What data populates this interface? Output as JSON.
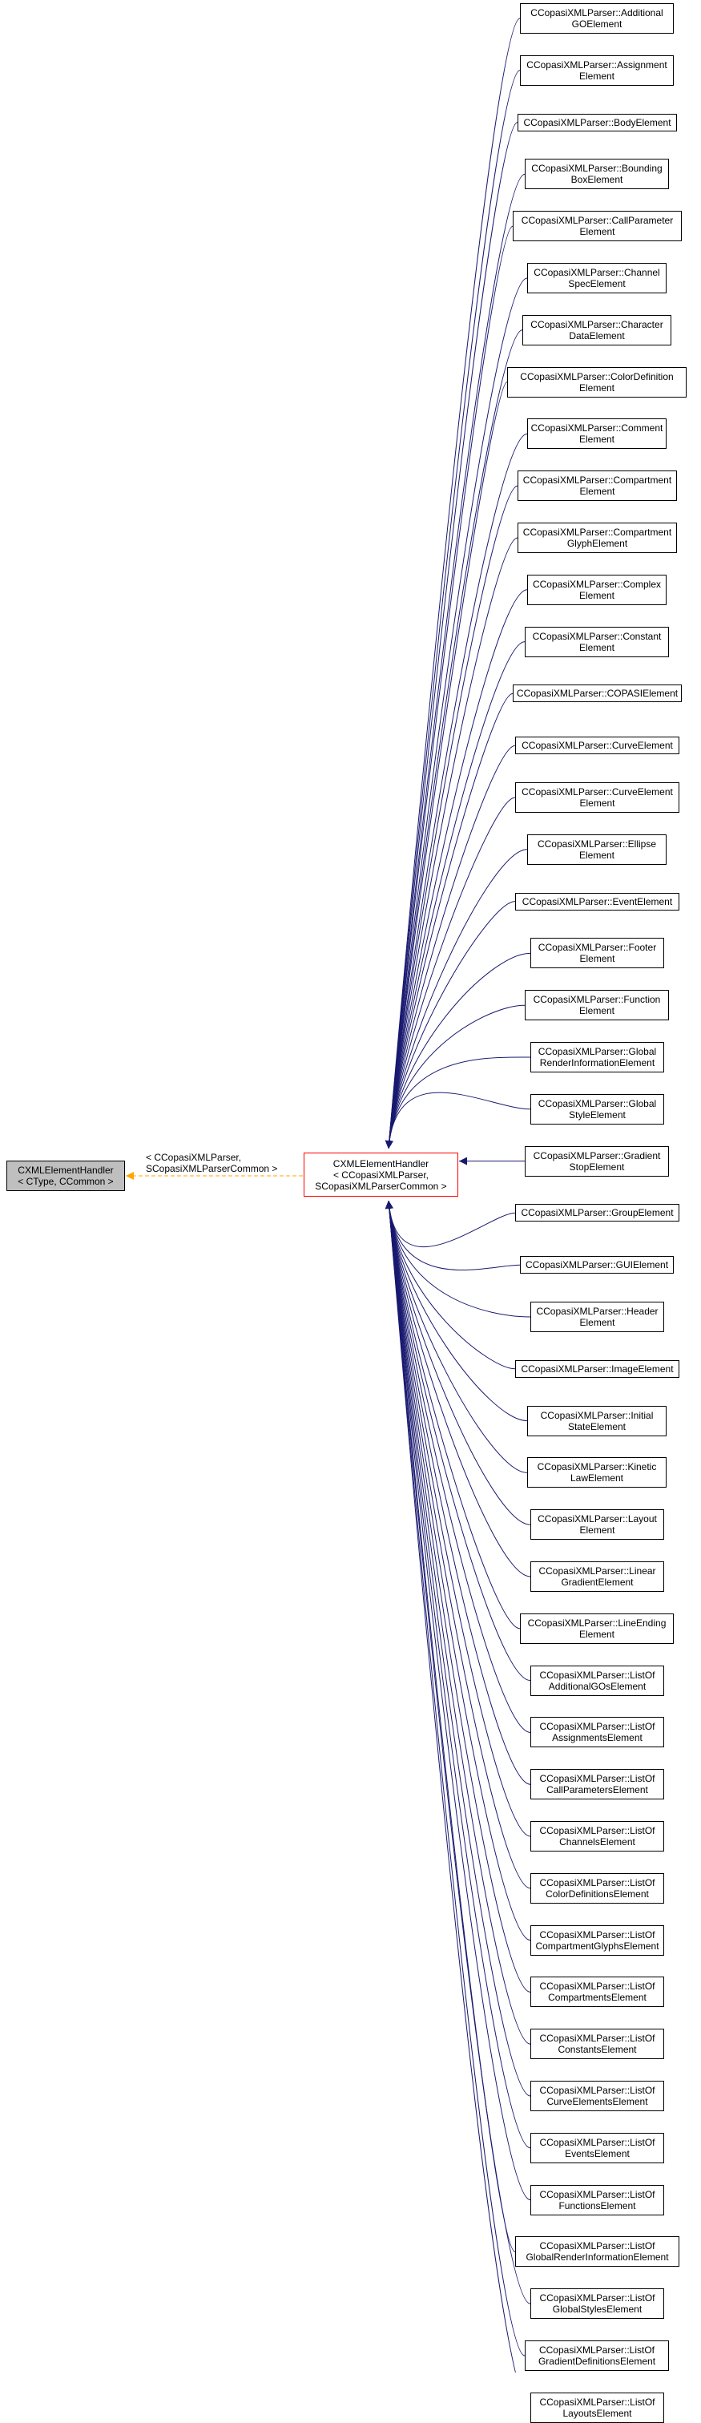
{
  "base_node": {
    "line1": "CXMLElementHandler",
    "line2": "< CType, CCommon >"
  },
  "center_node": {
    "line1": "CXMLElementHandler",
    "line2": "< CCopasiXMLParser,",
    "line3": "SCopasiXMLParserCommon >"
  },
  "template_edge_label": {
    "line1": "< CCopasiXMLParser,",
    "line2": "SCopasiXMLParserCommon >"
  },
  "colors": {
    "inheritance": "#191970",
    "template": "#ffa500",
    "focus_border": "#ff0000",
    "base_fill": "#bfbfbf"
  },
  "derived_nodes": [
    {
      "line1": "CCopasiXMLParser::Additional",
      "line2": "GOElement"
    },
    {
      "line1": "CCopasiXMLParser::Assignment",
      "line2": "Element"
    },
    {
      "line1": "CCopasiXMLParser::BodyElement",
      "line2": ""
    },
    {
      "line1": "CCopasiXMLParser::Bounding",
      "line2": "BoxElement"
    },
    {
      "line1": "CCopasiXMLParser::CallParameter",
      "line2": "Element"
    },
    {
      "line1": "CCopasiXMLParser::Channel",
      "line2": "SpecElement"
    },
    {
      "line1": "CCopasiXMLParser::Character",
      "line2": "DataElement"
    },
    {
      "line1": "CCopasiXMLParser::ColorDefinition",
      "line2": "Element"
    },
    {
      "line1": "CCopasiXMLParser::Comment",
      "line2": "Element"
    },
    {
      "line1": "CCopasiXMLParser::Compartment",
      "line2": "Element"
    },
    {
      "line1": "CCopasiXMLParser::Compartment",
      "line2": "GlyphElement"
    },
    {
      "line1": "CCopasiXMLParser::Complex",
      "line2": "Element"
    },
    {
      "line1": "CCopasiXMLParser::Constant",
      "line2": "Element"
    },
    {
      "line1": "CCopasiXMLParser::COPASIElement",
      "line2": ""
    },
    {
      "line1": "CCopasiXMLParser::CurveElement",
      "line2": ""
    },
    {
      "line1": "CCopasiXMLParser::CurveElement",
      "line2": "Element"
    },
    {
      "line1": "CCopasiXMLParser::Ellipse",
      "line2": "Element"
    },
    {
      "line1": "CCopasiXMLParser::EventElement",
      "line2": ""
    },
    {
      "line1": "CCopasiXMLParser::Footer",
      "line2": "Element"
    },
    {
      "line1": "CCopasiXMLParser::Function",
      "line2": "Element"
    },
    {
      "line1": "CCopasiXMLParser::Global",
      "line2": "RenderInformationElement"
    },
    {
      "line1": "CCopasiXMLParser::Global",
      "line2": "StyleElement"
    },
    {
      "line1": "CCopasiXMLParser::Gradient",
      "line2": "StopElement"
    },
    {
      "line1": "CCopasiXMLParser::GroupElement",
      "line2": ""
    },
    {
      "line1": "CCopasiXMLParser::GUIElement",
      "line2": ""
    },
    {
      "line1": "CCopasiXMLParser::Header",
      "line2": "Element"
    },
    {
      "line1": "CCopasiXMLParser::ImageElement",
      "line2": ""
    },
    {
      "line1": "CCopasiXMLParser::Initial",
      "line2": "StateElement"
    },
    {
      "line1": "CCopasiXMLParser::Kinetic",
      "line2": "LawElement"
    },
    {
      "line1": "CCopasiXMLParser::Layout",
      "line2": "Element"
    },
    {
      "line1": "CCopasiXMLParser::Linear",
      "line2": "GradientElement"
    },
    {
      "line1": "CCopasiXMLParser::LineEnding",
      "line2": "Element"
    },
    {
      "line1": "CCopasiXMLParser::ListOf",
      "line2": "AdditionalGOsElement"
    },
    {
      "line1": "CCopasiXMLParser::ListOf",
      "line2": "AssignmentsElement"
    },
    {
      "line1": "CCopasiXMLParser::ListOf",
      "line2": "CallParametersElement"
    },
    {
      "line1": "CCopasiXMLParser::ListOf",
      "line2": "ChannelsElement"
    },
    {
      "line1": "CCopasiXMLParser::ListOf",
      "line2": "ColorDefinitionsElement"
    },
    {
      "line1": "CCopasiXMLParser::ListOf",
      "line2": "CompartmentGlyphsElement"
    },
    {
      "line1": "CCopasiXMLParser::ListOf",
      "line2": "CompartmentsElement"
    },
    {
      "line1": "CCopasiXMLParser::ListOf",
      "line2": "ConstantsElement"
    },
    {
      "line1": "CCopasiXMLParser::ListOf",
      "line2": "CurveElementsElement"
    },
    {
      "line1": "CCopasiXMLParser::ListOf",
      "line2": "EventsElement"
    },
    {
      "line1": "CCopasiXMLParser::ListOf",
      "line2": "FunctionsElement"
    },
    {
      "line1": "CCopasiXMLParser::ListOf",
      "line2": "GlobalRenderInformationElement"
    },
    {
      "line1": "CCopasiXMLParser::ListOf",
      "line2": "GlobalStylesElement"
    },
    {
      "line1": "CCopasiXMLParser::ListOf",
      "line2": "GradientDefinitionsElement"
    },
    {
      "line1": "CCopasiXMLParser::ListOf",
      "line2": "LayoutsElement"
    }
  ]
}
